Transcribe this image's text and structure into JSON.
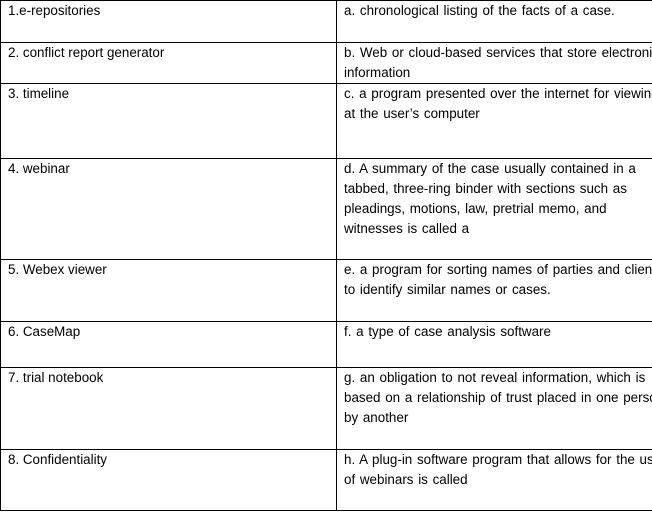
{
  "rows": [
    {
      "term": "1.e-repositories",
      "definition": "a. chronological listing of the facts of a case."
    },
    {
      "term": "2. conflict report generator",
      "definition": "b. Web or cloud-based  services that store electronic information"
    },
    {
      "term": "3. timeline",
      "definition": "c. a program presented over the internet for viewing at the user’s computer"
    },
    {
      "term": "4. webinar",
      "definition": "d. A summary of the case usually contained in a tabbed, three-ring binder with sections such as pleadings, motions, law, pretrial memo, and witnesses is called a"
    },
    {
      "term": "5. Webex viewer",
      "definition": "e. a program for sorting names of parties and clients to identify  similar names or cases."
    },
    {
      "term": "6. CaseMap",
      "definition": "f.  a type of case analysis software"
    },
    {
      "term": "7. trial notebook",
      "definition": "g.  an obligation  to not reveal information, which is based on a relationship  of trust placed in one person by another"
    },
    {
      "term": "8. Confidentiality",
      "definition": "h.   A plug-in software program that allows for the use of webinars is called"
    }
  ]
}
